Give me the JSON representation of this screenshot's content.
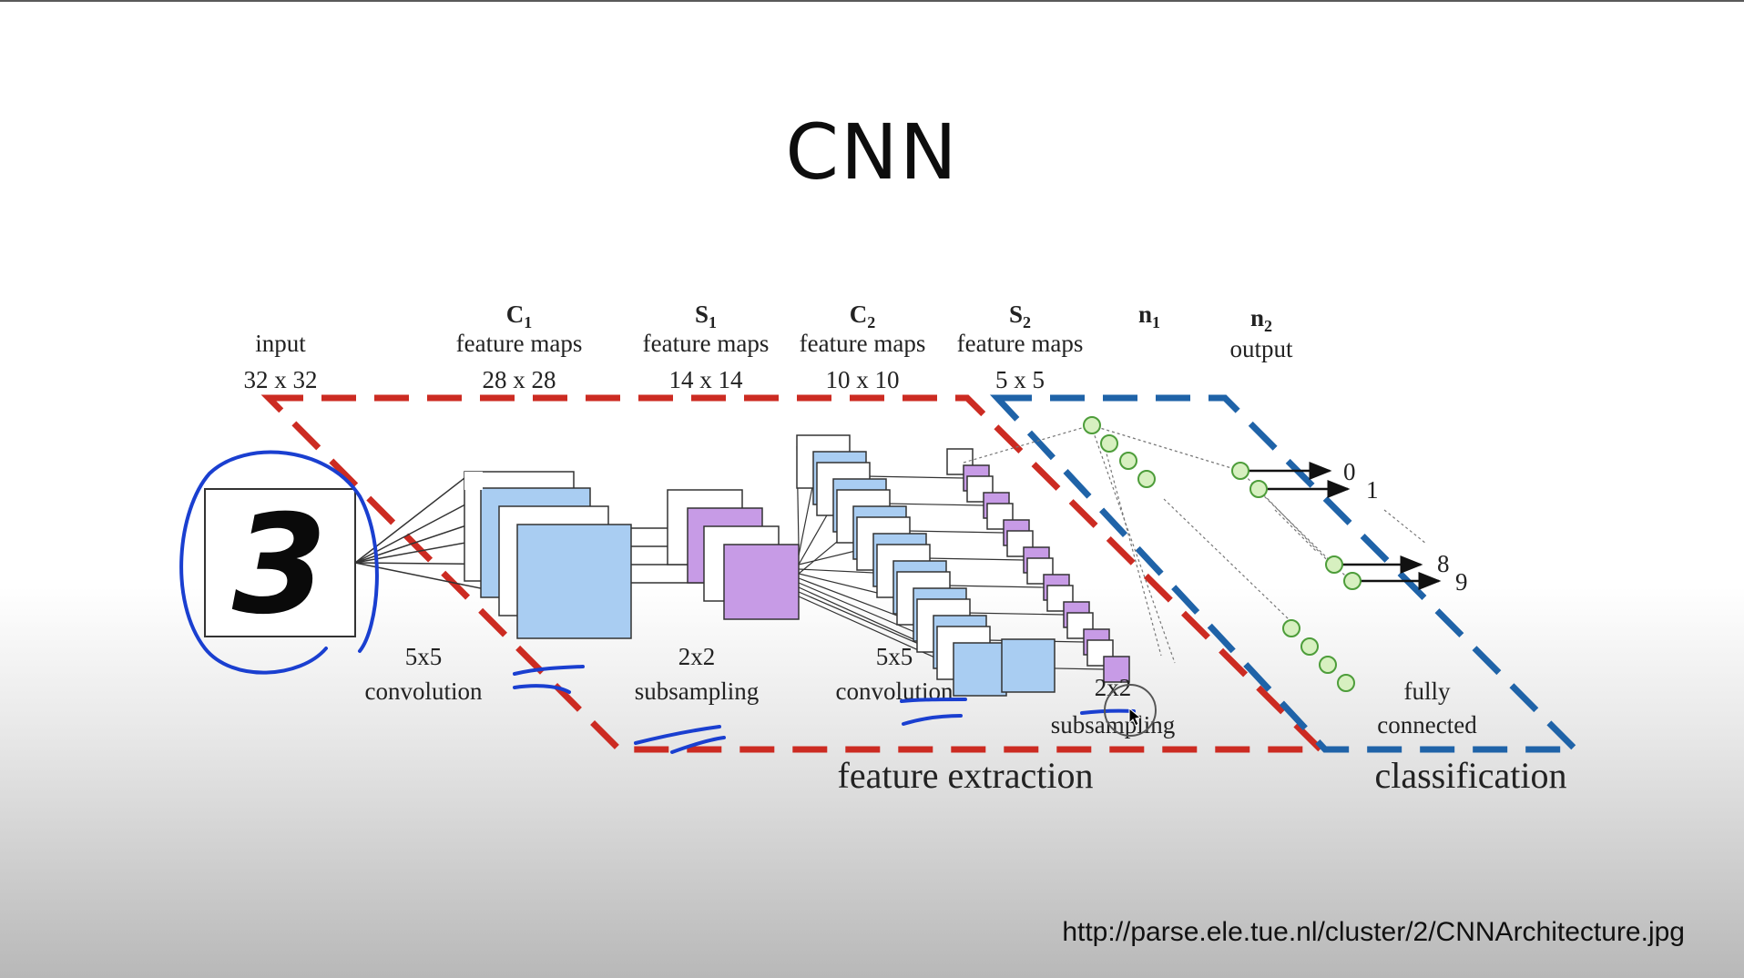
{
  "slide": {
    "title": "CNN",
    "source_url": "http://parse.ele.tue.nl/cluster/2/CNNArchitecture.jpg"
  },
  "diagram": {
    "layers": [
      {
        "name": "",
        "caption": "input",
        "size": "32 x 32"
      },
      {
        "name": "C",
        "subscript": "1",
        "caption": "feature maps",
        "size": "28 x 28"
      },
      {
        "name": "S",
        "subscript": "1",
        "caption": "feature maps",
        "size": "14 x 14"
      },
      {
        "name": "C",
        "subscript": "2",
        "caption": "feature maps",
        "size": "10 x 10"
      },
      {
        "name": "S",
        "subscript": "2",
        "caption": "feature maps",
        "size": "5 x 5"
      },
      {
        "name": "n",
        "subscript": "1",
        "caption": "",
        "size": ""
      },
      {
        "name": "n",
        "subscript": "2",
        "caption": "output",
        "size": ""
      }
    ],
    "operations": [
      {
        "top": "5x5",
        "bottom": "convolution"
      },
      {
        "top": "2x2",
        "bottom": "subsampling"
      },
      {
        "top": "5x5",
        "bottom": "convolution"
      },
      {
        "top": "2x2",
        "bottom": "subsampling"
      },
      {
        "top": "fully",
        "bottom": "connected"
      }
    ],
    "input_digit": "3",
    "outputs": [
      "0",
      "1",
      "8",
      "9"
    ],
    "groups": {
      "feature_extraction": "feature extraction",
      "classification": "classification"
    },
    "colors": {
      "feature_box": "#a9cdf2",
      "subsample_box": "#c79be6",
      "neuron": "#d7f0c0",
      "extraction_border": "#cc2b22",
      "classification_border": "#1f63a8",
      "annotation_ink": "#1a3fd0"
    }
  }
}
